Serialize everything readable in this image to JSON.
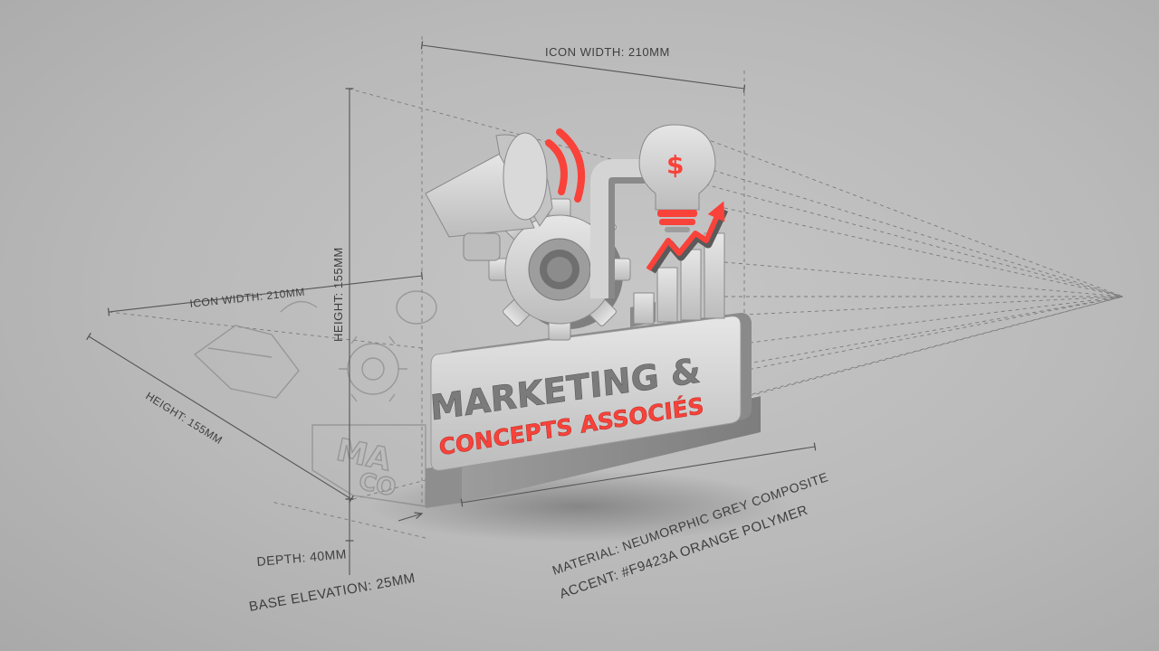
{
  "dimensions": {
    "top_width": "ICON WIDTH: 210MM",
    "vertical_height": "HEIGHT: 155MM",
    "ghost_width": "ICON WIDTH: 210MM",
    "ghost_height": "HEIGHT: 155MM",
    "depth": "DEPTH: 40MM",
    "base_elevation": "BASE ELEVATION: 25MM"
  },
  "sign": {
    "line1": "MARKETING &",
    "line2": "CONCEPTS ASSOCIÉS",
    "ghost_line1": "MA",
    "ghost_line2": "CO"
  },
  "icons": {
    "megaphone": "megaphone-icon",
    "gear": "gear-icon",
    "lightbulb": "lightbulb-icon",
    "currency_symbol": "$",
    "chart": "bar-chart-icon",
    "trend_arrow": "trend-arrow-icon"
  },
  "specs": {
    "material": "MATERIAL: NEUMORPHIC GREY COMPOSITE",
    "accent": "ACCENT: #F9423A ORANGE POLYMER"
  },
  "colors": {
    "background": "#bdbdbd",
    "object_grey": "#d2d2d2",
    "object_shadow": "#8a8a8a",
    "accent_orange": "#F9423A",
    "text_dark": "#555555"
  }
}
